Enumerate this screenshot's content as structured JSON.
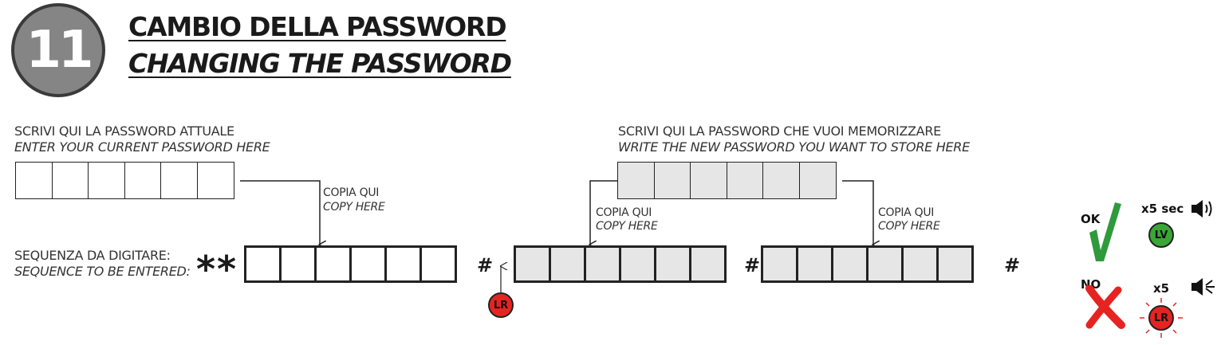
{
  "step": {
    "number": "11"
  },
  "title": {
    "it": "CAMBIO DELLA PASSWORD",
    "en": "CHANGING THE PASSWORD"
  },
  "current_password": {
    "label_it": "SCRIVI QUI LA PASSWORD ATTUALE",
    "label_en": "ENTER YOUR CURRENT PASSWORD HERE"
  },
  "new_password": {
    "label_it": "SCRIVI QUI LA PASSWORD CHE VUOI MEMORIZZARE",
    "label_en": "WRITE THE NEW PASSWORD YOU WANT TO STORE HERE"
  },
  "copy_here": {
    "it": "COPIA QUI",
    "en": "COPY HERE"
  },
  "sequence": {
    "label_it": "SEQUENZA DA DIGITARE:",
    "label_en": "SEQUENCE TO BE ENTERED:",
    "prefix": "**",
    "separator": "#",
    "terminator": "#"
  },
  "leds": {
    "red": "LR",
    "green": "LV"
  },
  "result": {
    "ok": {
      "label": "OK",
      "duration": "x5 sec"
    },
    "no": {
      "label": "NO",
      "count": "x5"
    }
  },
  "colors": {
    "led_red": "#e52421",
    "led_green": "#3aa636",
    "check": "#2f9a3c",
    "cross": "#e52421",
    "circle": "#858585",
    "grey_cell": "#e6e6e6"
  }
}
